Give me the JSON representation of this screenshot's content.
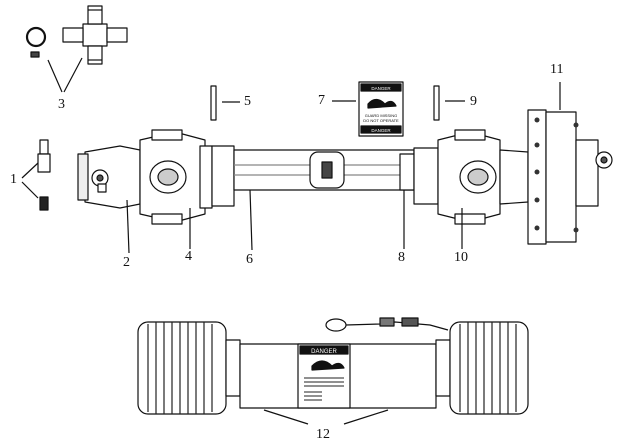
{
  "callouts": {
    "c1": "1",
    "c2": "2",
    "c3": "3",
    "c4": "4",
    "c5": "5",
    "c6": "6",
    "c7": "7",
    "c8": "8",
    "c9": "9",
    "c10": "10",
    "c11": "11",
    "c12": "12"
  },
  "decal": {
    "header": "DANGER",
    "header_bottom": "DANGER",
    "line1": "GUARD MISSING",
    "line2": "DO NOT OPERATE"
  },
  "guard_decal": {
    "header": "DANGER"
  },
  "colors": {
    "line": "#111111",
    "fill": "#ffffff",
    "shade": "#d9d9d9",
    "dark": "#333333"
  }
}
